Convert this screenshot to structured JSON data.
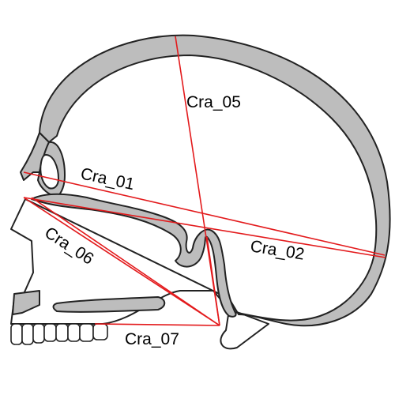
{
  "diagram": {
    "line_color": "#e31a1c",
    "bone_color": "#bdbdbd",
    "measurements": [
      {
        "id": "m1",
        "label": "Cra_01"
      },
      {
        "id": "m2",
        "label": "Cra_02"
      },
      {
        "id": "m5",
        "label": "Cra_05"
      },
      {
        "id": "m6",
        "label": "Cra_06"
      },
      {
        "id": "m7",
        "label": "Cra_07"
      }
    ]
  }
}
